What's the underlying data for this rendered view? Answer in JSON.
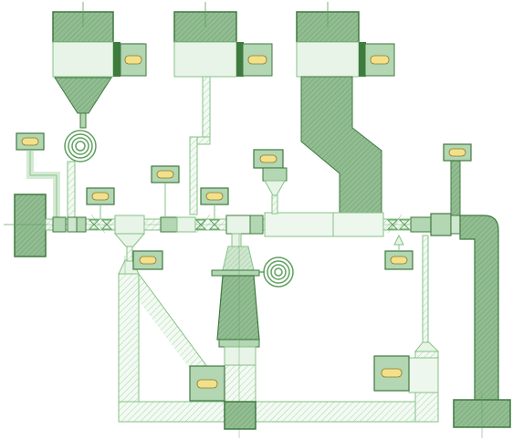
{
  "diagram": {
    "colors": {
      "dark_fill": "#8db98d",
      "dark_stroke": "#3f7a3f",
      "mid_fill": "#b3d6b3",
      "light_fill": "#e8f4e8",
      "pale_fill": "#f2faf2",
      "line": "#86c286",
      "nameplate": "#f2e08a",
      "axis": "#5fa05f"
    },
    "patterns": [
      "hatch-diagonal"
    ],
    "components": [
      {
        "id": "hopper-top-1",
        "kind": "rect-dark"
      },
      {
        "id": "hopper-body-1",
        "kind": "rect-light"
      },
      {
        "id": "motor-box-1",
        "kind": "control-box"
      },
      {
        "id": "cone-1",
        "kind": "cone"
      },
      {
        "id": "spiral-coil-1",
        "kind": "coil"
      },
      {
        "id": "hopper-top-2",
        "kind": "rect-dark"
      },
      {
        "id": "hopper-body-2",
        "kind": "rect-light"
      },
      {
        "id": "motor-box-2",
        "kind": "control-box"
      },
      {
        "id": "hopper-top-3",
        "kind": "rect-dark"
      },
      {
        "id": "hopper-body-3",
        "kind": "rect-light"
      },
      {
        "id": "motor-box-3",
        "kind": "control-box"
      },
      {
        "id": "chute-diagonal",
        "kind": "chute"
      },
      {
        "id": "left-tank",
        "kind": "rect-dark"
      },
      {
        "id": "main-pipe",
        "kind": "pipe"
      },
      {
        "id": "cyclone-separator",
        "kind": "cyclone"
      },
      {
        "id": "spiral-coil-2",
        "kind": "coil"
      },
      {
        "id": "right-l-pipe",
        "kind": "pipe"
      },
      {
        "id": "bottom-loop-duct",
        "kind": "duct"
      },
      {
        "id": "bottom-right-tank",
        "kind": "rect-dark"
      },
      {
        "id": "bottom-center-tank",
        "kind": "rect-dark"
      }
    ],
    "control_panels": 11
  }
}
